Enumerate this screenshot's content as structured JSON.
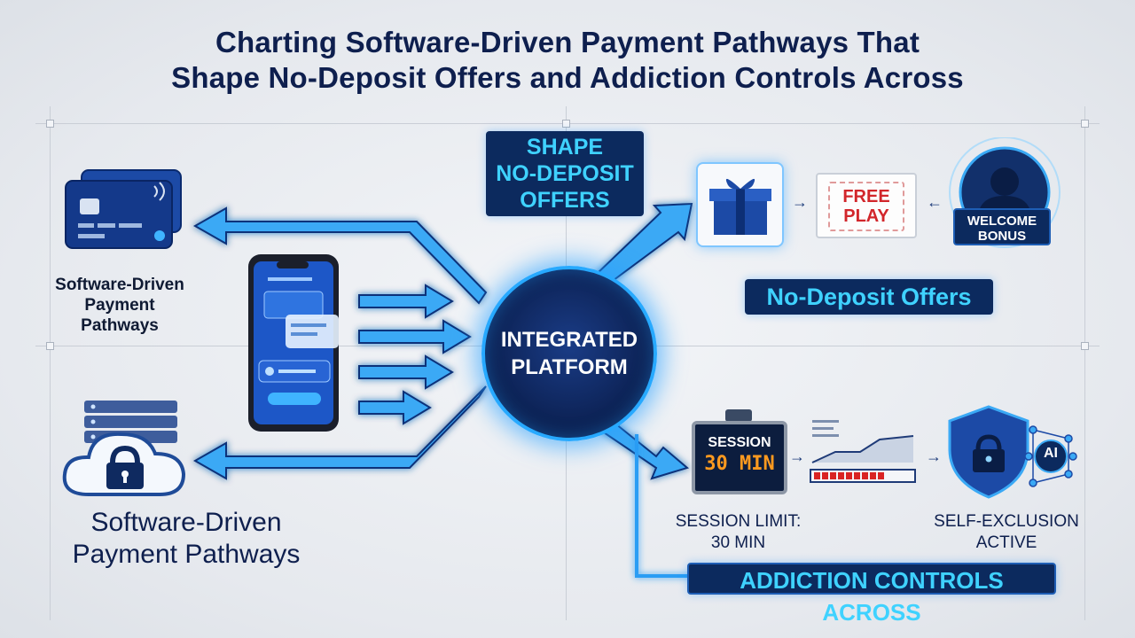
{
  "title": {
    "line1": "Charting Software-Driven Payment Pathways That",
    "line2": "Shape No-Deposit Offers and Addiction Controls Across"
  },
  "left": {
    "top_label_1": "Software-Driven",
    "top_label_2": "Payment",
    "top_label_3": "Pathways",
    "bottom_label_1": "Software-Driven",
    "bottom_label_2": "Payment Pathways"
  },
  "hub": {
    "line1": "INTEGRATED",
    "line2": "PLATFORM"
  },
  "shape_pill": {
    "line1": "SHAPE",
    "line2": "NO-DEPOSIT",
    "line3": "OFFERS"
  },
  "offers": {
    "ticket_line1": "FREE",
    "ticket_line2": "PLAY",
    "welcome_line1": "WELCOME",
    "welcome_line2": "BONUS",
    "caption": "No-Deposit Offers"
  },
  "controls": {
    "session_label": "SESSION",
    "session_value": "30 MIN",
    "session_caption_1": "SESSION LIMIT:",
    "session_caption_2": "30 MIN",
    "ai_label": "AI",
    "exclusion_caption_1": "SELF-EXCLUSION",
    "exclusion_caption_2": "ACTIVE",
    "caption": "ADDICTION CONTROLS ACROSS"
  },
  "colors": {
    "navy": "#0c2a5e",
    "accent_blue": "#27a9ff",
    "cyan_text": "#3fd2ff",
    "dark_text": "#0e1f4e",
    "alert_red": "#d2262b"
  },
  "icons": [
    "credit-card-icon",
    "smartphone-icon",
    "cloud-lock-icon",
    "server-icon",
    "gift-icon",
    "ticket-icon",
    "user-avatar-icon",
    "timer-icon",
    "chart-icon",
    "shield-lock-icon",
    "ai-network-icon"
  ]
}
